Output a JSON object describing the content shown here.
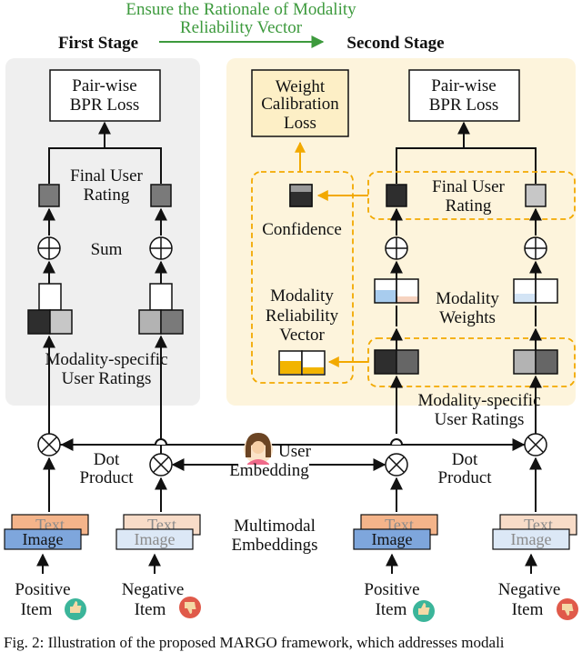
{
  "header": {
    "rationale_line1": "Ensure the Rationale of Modality",
    "rationale_line2": "Reliability Vector",
    "first_stage": "First Stage",
    "second_stage": "Second Stage"
  },
  "first_stage": {
    "bpr_line1": "Pair-wise",
    "bpr_line2": "BPR Loss",
    "final_rating_line1": "Final User",
    "final_rating_line2": "Rating",
    "sum": "Sum",
    "modality_ratings_line1": "Modality-specific",
    "modality_ratings_line2": "User Ratings"
  },
  "second_stage": {
    "weight_cal_line1": "Weight",
    "weight_cal_line2": "Calibration",
    "weight_cal_line3": "Loss",
    "bpr_line1": "Pair-wise",
    "bpr_line2": "BPR Loss",
    "final_rating_line1": "Final User",
    "final_rating_line2": "Rating",
    "confidence": "Confidence",
    "mrv_line1": "Modality",
    "mrv_line2": "Reliability",
    "mrv_line3": "Vector",
    "modality_weights_line1": "Modality",
    "modality_weights_line2": "Weights",
    "modality_ratings_line1": "Modality-specific",
    "modality_ratings_line2": "User Ratings"
  },
  "bottom": {
    "dot_product_left_line1": "Dot",
    "dot_product_left_line2": "Product",
    "dot_product_right_line1": "Dot",
    "dot_product_right_line2": "Product",
    "user_line1": "User",
    "user_line2": "Embedding",
    "multimodal_line1": "Multimodal",
    "multimodal_line2": "Embeddings",
    "text_label": "Text",
    "image_label": "Image",
    "positive_line1": "Positive",
    "positive_line2": "Item",
    "negative_line1": "Negative",
    "negative_line2": "Item"
  },
  "caption": "Fig. 2: Illustration of the proposed MARGO framework, which addresses modali",
  "colors": {
    "first_stage_bg": "#efefef",
    "second_stage_bg": "#fdf4dc",
    "weight_cal_fill": "#fdefc6",
    "orange": "#f2a900",
    "text_card": "#f4b48a",
    "image_card": "#7ea6dc",
    "neg_text_card": "#f8dcc8",
    "neg_image_card": "#dce8f6",
    "dark_cell": "#2e2e2e",
    "gray_cell": "#b3b3b3",
    "thumb_up": "#3bb59a",
    "thumb_down": "#e05a4a"
  }
}
